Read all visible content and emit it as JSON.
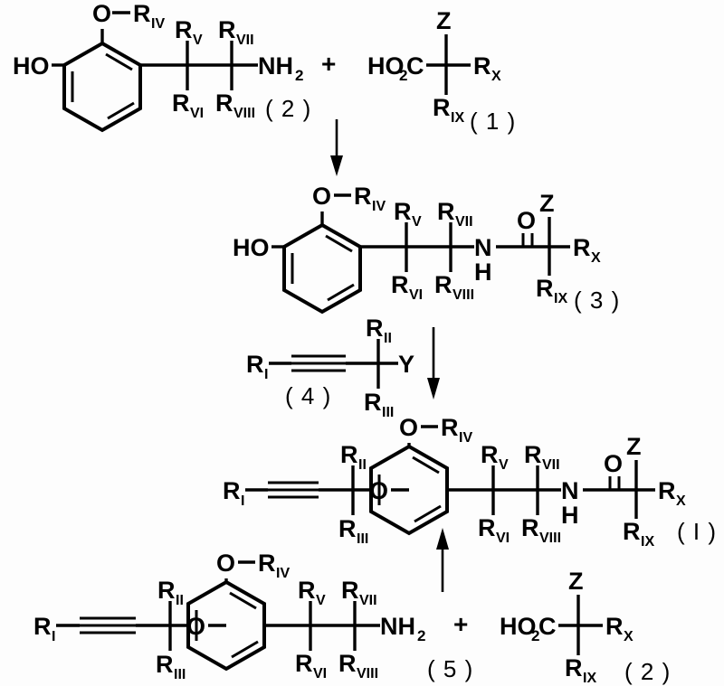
{
  "document": {
    "kind": "chemical-reaction-scheme",
    "title": "Synthesis scheme for compound (I)"
  },
  "labels": {
    "ho": "HO",
    "o": "O",
    "n": "N",
    "h": "H",
    "z": "Z",
    "y": "Y",
    "nh": "NH",
    "nh_sub": "2",
    "ho2c": "HO",
    "ho2c_sub": "2",
    "ho2c_tail": "C",
    "plus": "+",
    "r1": "R",
    "r1_sub": "I",
    "r2": "R",
    "r2_sub": "II",
    "r3": "R",
    "r3_sub": "III",
    "r4": "R",
    "r4_sub": "IV",
    "r5": "R",
    "r5_sub": "V",
    "r6": "R",
    "r6_sub": "VI",
    "r7": "R",
    "r7_sub": "VII",
    "r8": "R",
    "r8_sub": "VIII",
    "r9": "R",
    "r9_sub": "IX",
    "rx": "R",
    "rx_sub": "X"
  },
  "compounds": {
    "c1": "( 1 )",
    "c2": "( 2 )",
    "c3": "( 3 )",
    "c4": "( 4 )",
    "c5": "( 5 )",
    "c2_bottom": "( 2 )",
    "product": "( I )"
  },
  "rows": {
    "row1": {
      "reactant_a": "4-hydroxy-3-(OR_IV)phenyl ethylamine (2)",
      "reactant_b": "alpha-substituted carboxylic acid (1)",
      "operator": "+"
    },
    "row2": {
      "product": "amide intermediate (3)"
    },
    "row3": {
      "reagent": "propargylic compound (4) with leaving group Y"
    },
    "row4": {
      "product": "final product (I)"
    },
    "row5": {
      "reactant_a": "propargyl ether amine (5)",
      "reactant_b": "carboxylic acid (2)",
      "operator": "+"
    }
  },
  "arrows": [
    {
      "name": "arrow-step-1",
      "direction": "down"
    },
    {
      "name": "arrow-step-2",
      "direction": "down"
    },
    {
      "name": "arrow-step-3",
      "direction": "up"
    }
  ],
  "colors": {
    "ink": "#000000",
    "paper": "#fdfdfd"
  }
}
